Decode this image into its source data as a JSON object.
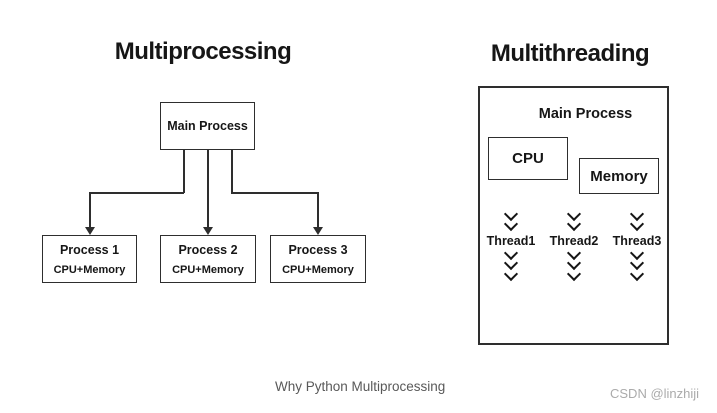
{
  "colors": {
    "background": "#ffffff",
    "ink": "#161616",
    "line": "#2e2e2e",
    "caption": "#595959",
    "watermark": "#ababab"
  },
  "left": {
    "title": "Multiprocessing",
    "main_box": "Main Process",
    "processes": [
      {
        "name": "Process 1",
        "detail": "CPU+Memory"
      },
      {
        "name": "Process 2",
        "detail": "CPU+Memory"
      },
      {
        "name": "Process 3",
        "detail": "CPU+Memory"
      }
    ]
  },
  "right": {
    "title": "Multithreading",
    "main_box": "Main Process",
    "cpu_label": "CPU",
    "memory_label": "Memory",
    "threads": [
      "Thread1",
      "Thread2",
      "Thread3"
    ]
  },
  "footer": {
    "caption": "Why Python Multiprocessing",
    "watermark": "CSDN @linzhiji"
  }
}
